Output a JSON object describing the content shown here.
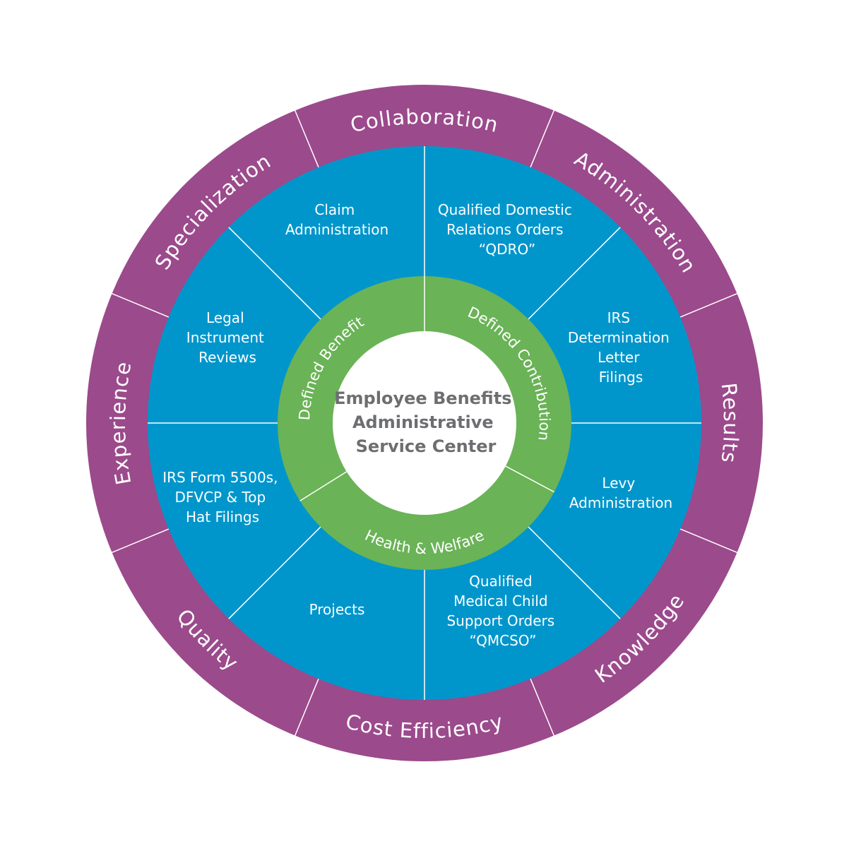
{
  "center": {
    "lines": [
      "Employee Benefits",
      "Administrative",
      "Service Center"
    ]
  },
  "inner_ring": [
    {
      "label": "Defined Benefit"
    },
    {
      "label": "Defined Contribution"
    },
    {
      "label": "Health & Welfare"
    }
  ],
  "middle_ring": [
    {
      "lines": [
        "Claim",
        "Administration"
      ]
    },
    {
      "lines": [
        "Qualified Domestic",
        "Relations Orders",
        "“QDRO”"
      ]
    },
    {
      "lines": [
        "IRS",
        "Determination",
        "Letter",
        "Filings"
      ]
    },
    {
      "lines": [
        "Levy",
        "Administration"
      ]
    },
    {
      "lines": [
        "Qualified",
        "Medical Child",
        "Support Orders",
        "“QMCSO”"
      ]
    },
    {
      "lines": [
        "Projects"
      ]
    },
    {
      "lines": [
        "IRS Form 5500s,",
        "DFVCP & Top",
        "Hat Filings"
      ]
    },
    {
      "lines": [
        "Legal",
        "Instrument",
        "Reviews"
      ]
    }
  ],
  "outer_ring": [
    {
      "label": "Collaboration"
    },
    {
      "label": "Administration"
    },
    {
      "label": "Results"
    },
    {
      "label": "Knowledge"
    },
    {
      "label": "Cost Efficiency"
    },
    {
      "label": "Quality"
    },
    {
      "label": "Experience"
    },
    {
      "label": "Specialization"
    }
  ],
  "colors": {
    "outer_ring": "#9b4a8c",
    "middle_ring": "#0096cc",
    "inner_ring": "#6ab357",
    "center_fill": "#ffffff",
    "center_text": "#6d6e71",
    "dividers": "#ffffff"
  }
}
